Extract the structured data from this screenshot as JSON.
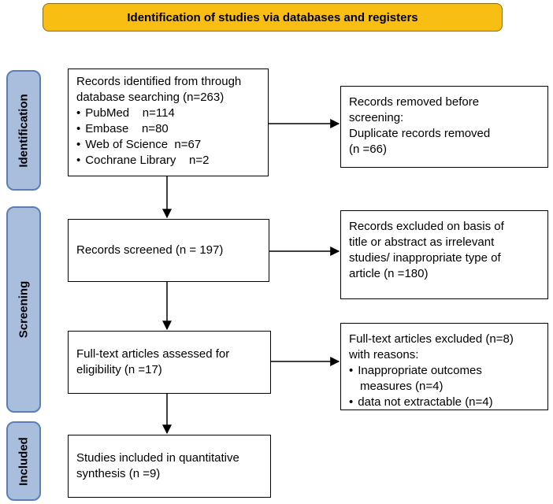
{
  "header": {
    "title": "Identification of studies via databases and registers"
  },
  "phases": {
    "identification": "Identification",
    "screening": "Screening",
    "included": "Included"
  },
  "boxes": {
    "identified": {
      "lines": [
        "Records identified from through",
        "database searching (n=263)"
      ],
      "items": [
        "PubMed    n=114",
        "Embase    n=80",
        "Web of Science  n=67",
        "Cochrane Library    n=2"
      ]
    },
    "removed": {
      "lines": [
        "Records removed before",
        "screening:",
        "Duplicate records removed",
        "(n =66)"
      ]
    },
    "screened": {
      "lines": [
        "Records screened (n = 197)"
      ]
    },
    "excluded_title": {
      "lines": [
        "Records excluded on basis of",
        "title or abstract as irrelevant",
        "studies/ inappropriate type of",
        "article (n =180)"
      ]
    },
    "fulltext": {
      "lines": [
        "Full-text articles assessed for",
        "eligibility (n =17)"
      ]
    },
    "fulltext_excluded": {
      "lines": [
        "Full-text articles excluded (n=8)",
        "with reasons:"
      ],
      "items": [
        "Inappropriate outcomes measures (n=4)",
        "data not extractable (n=4)"
      ]
    },
    "included": {
      "lines": [
        "Studies included in quantitative",
        "synthesis (n =9)"
      ]
    }
  }
}
